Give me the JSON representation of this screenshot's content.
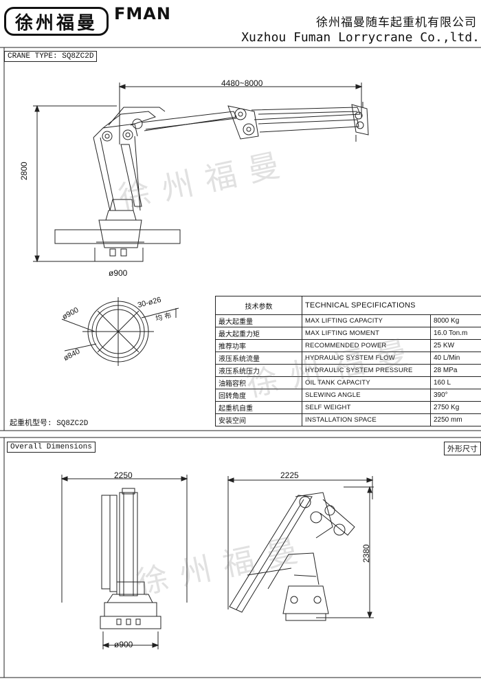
{
  "header": {
    "logo_text": "徐州福曼",
    "brand": "FMAN",
    "company_cn": "徐州福曼随车起重机有限公司",
    "company_en": "Xuzhou Fuman Lorrycrane Co.,ltd."
  },
  "top_section": {
    "crane_type_label": "CRANE TYPE: SQ8ZC2D",
    "reach_dim": "4480~8000",
    "height_dim": "2800",
    "base_dim": "ø900",
    "bolt_circle_outer": "ø900",
    "bolt_circle_inner": "ø840",
    "bolt_spec": "30-ø26",
    "bolt_note": "均 布",
    "model_label": "起重机型号: SQ8ZC2D"
  },
  "specs": {
    "title_cn": "技术参数",
    "title_en": "TECHNICAL SPECIFICATIONS",
    "rows": [
      {
        "cn": "最大起重量",
        "en": "MAX LIFTING CAPACITY",
        "value": "8000 Kg"
      },
      {
        "cn": "最大起重力矩",
        "en": "MAX LIFTING MOMENT",
        "value": "16.0 Ton.m"
      },
      {
        "cn": "推荐功率",
        "en": "RECOMMENDED POWER",
        "value": "25 KW"
      },
      {
        "cn": "液压系统流量",
        "en": "HYDRAULIC SYSTEM FLOW",
        "value": "40 L/Min"
      },
      {
        "cn": "液压系统压力",
        "en": "HYDRAULIC SYSTEM PRESSURE",
        "value": "28 MPa"
      },
      {
        "cn": "油箱容积",
        "en": "OIL TANK CAPACITY",
        "value": "160 L"
      },
      {
        "cn": "回转角度",
        "en": "SLEWING ANGLE",
        "value": "390°"
      },
      {
        "cn": "起重机自重",
        "en": "SELF WEIGHT",
        "value": "2750 Kg"
      },
      {
        "cn": "安装空间",
        "en": "INSTALLATION SPACE",
        "value": "2250 mm"
      }
    ]
  },
  "bottom_section": {
    "overall_label_en": "Overall Dimensions",
    "overall_label_cn": "外形尺寸",
    "front_width": "2250",
    "front_base": "ø900",
    "side_width": "2225",
    "side_height": "2380"
  },
  "watermark": "徐州福曼"
}
